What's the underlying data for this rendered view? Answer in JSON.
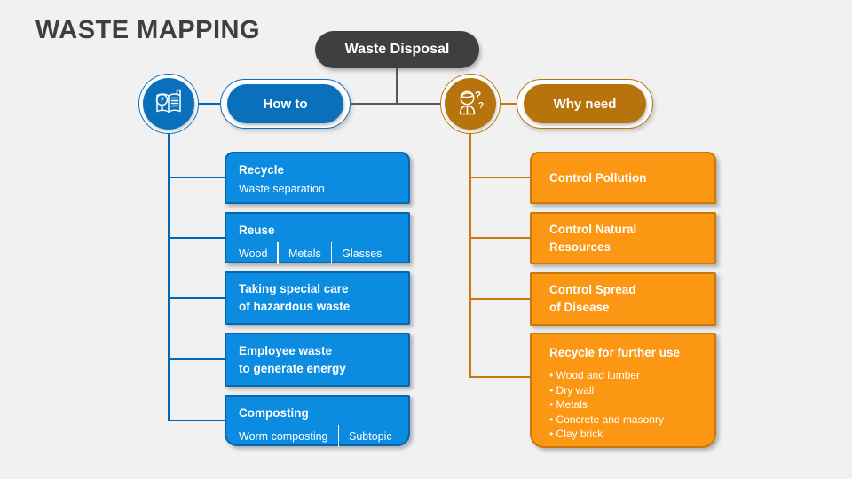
{
  "title": "WASTE MAPPING",
  "root": {
    "label": "Waste Disposal"
  },
  "branches": {
    "how_to": {
      "label": "How to",
      "icon": "book-magnifier-icon"
    },
    "why_need": {
      "label": "Why need",
      "icon": "person-question-icon"
    }
  },
  "how_to_items": [
    {
      "line1": "Recycle",
      "sub": [
        "Waste separation"
      ]
    },
    {
      "line1": "Reuse",
      "sub": [
        "Wood",
        "Metals",
        "Glasses"
      ]
    },
    {
      "line1": "Taking special care",
      "line2": "of hazardous waste"
    },
    {
      "line1": "Employee waste",
      "line2": "to generate energy"
    },
    {
      "line1": "Composting",
      "sub": [
        "Worm composting",
        "Subtopic"
      ]
    }
  ],
  "why_need_items": [
    {
      "line1": "Control Pollution"
    },
    {
      "line1": "Control Natural",
      "line2": "Resources"
    },
    {
      "line1": "Control Spread",
      "line2": "of Disease"
    },
    {
      "line1": "Recycle for further use",
      "bullets": [
        "Wood and lumber",
        "Dry wall",
        "Metals",
        "Concrete and masonry",
        "Clay brick"
      ]
    }
  ],
  "colors": {
    "bg": "#f1f1f2",
    "dark": "#3f3f3f",
    "line": "#595959",
    "blue": "#0b8ce0",
    "blue-dark": "#0a70bc",
    "blue-border": "#0766b0",
    "orange": "#fb9712",
    "orange-dark": "#b8740c",
    "orange-border": "#c8790d"
  }
}
